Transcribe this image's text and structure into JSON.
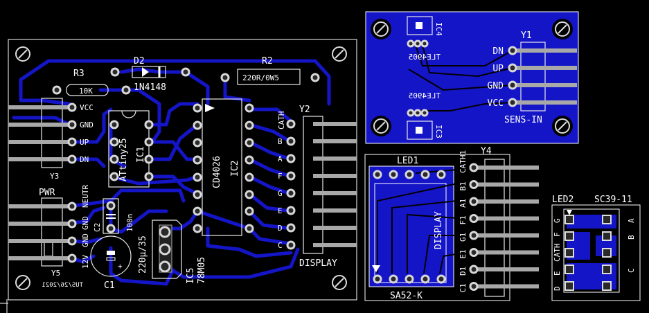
{
  "board_main": {
    "labels": {
      "d2": "D2",
      "d2_value": "1N4148",
      "r2": "R2",
      "r2_value": "220R/0W5",
      "r3": "R3",
      "r3_value": "10K",
      "ic1": "IC1",
      "ic1_value": "ATtiny25",
      "ic2": "IC2",
      "ic2_value": "CD4026",
      "c1": "C1",
      "c1_value": "220µ/35",
      "c2": "C2",
      "c2_value": "100n",
      "ic5": "IC5",
      "ic5_value": "78M05",
      "y2": "Y2",
      "y2_caption": "DISPLAY",
      "y3": "Y3",
      "y5": "Y5",
      "pwr": "PWR",
      "footer_mirror": "TUS/26/2021",
      "plus": "+"
    },
    "y3_pins": [
      "VCC",
      "GND",
      "UP",
      "DN"
    ],
    "y2_pins": [
      "CATH",
      "B",
      "A",
      "F",
      "G",
      "E",
      "D",
      "C"
    ],
    "y5_pins": [
      "NEUTR",
      "GND",
      "GND",
      "12V"
    ]
  },
  "board_sensor": {
    "labels": {
      "y1": "Y1",
      "caption": "SENS-IN",
      "ic4": "IC4",
      "ic3": "IC3",
      "ic4_value": "TLE4905",
      "ic3_value": "TLE4905"
    },
    "pins": [
      "DN",
      "UP",
      "GND",
      "VCC"
    ]
  },
  "board_led1": {
    "labels": {
      "led1": "LED1",
      "y4": "Y4",
      "display": "DISPLAY",
      "part": "SA52-K"
    },
    "pins": [
      "CATH1",
      "B1",
      "A1",
      "F1",
      "G1",
      "E1",
      "D1",
      "C1"
    ]
  },
  "board_led2": {
    "labels": {
      "led2": "LED2",
      "part": "SC39-11"
    },
    "left_pins": [
      "G",
      "F",
      "CATH",
      "E",
      "D"
    ],
    "right_pins": [
      "A",
      "B",
      "C"
    ]
  },
  "colors": {
    "copper": "#1515c8",
    "board": "#000000",
    "silk": "#ffffff",
    "pad": "#d8d8d8"
  }
}
